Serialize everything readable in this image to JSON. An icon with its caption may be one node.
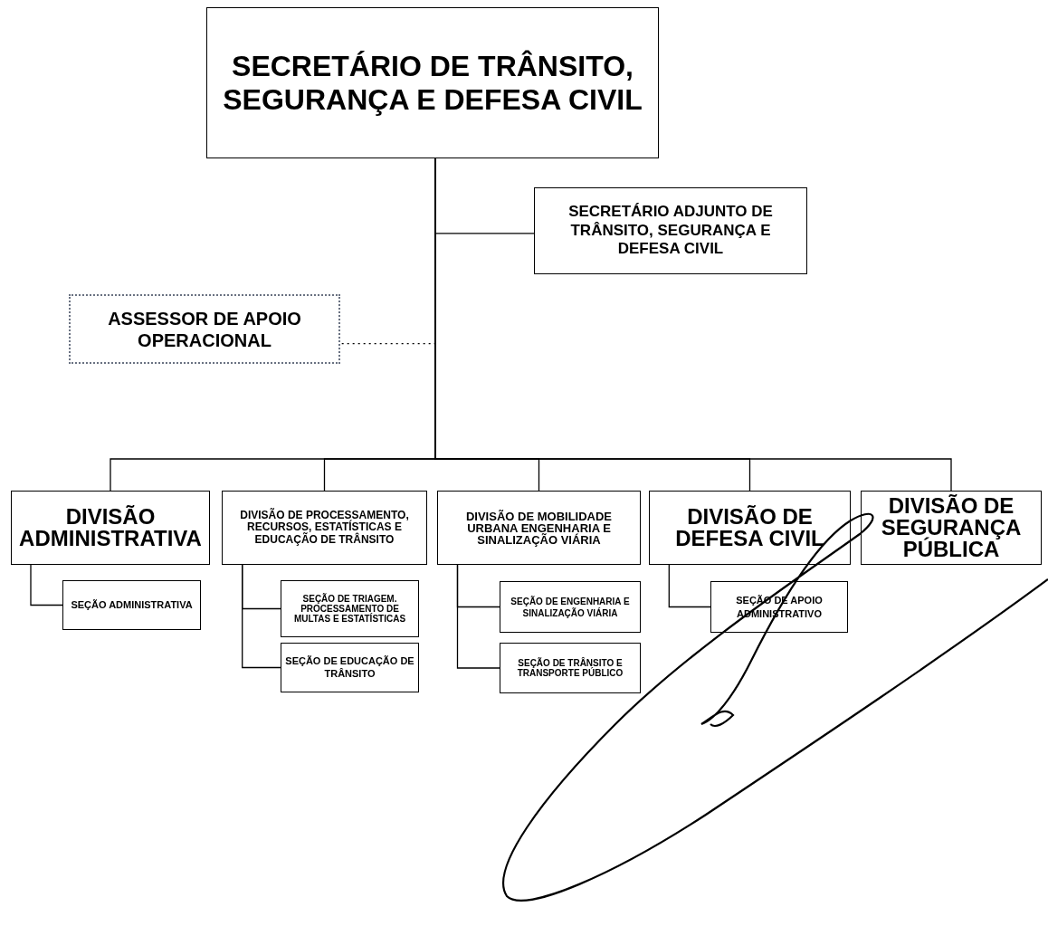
{
  "diagram": {
    "nodes": [
      {
        "text": [
          "SECRETÁRIO DE TRÂNSITO, SEGURANÇA E DEFESA CIVIL"
        ]
      },
      {
        "text": [
          "SECRETÁRIO ADJUNTO DE TRÂNSITO, SEGURANÇA E DEFESA CIVIL"
        ]
      },
      {
        "text": [
          "ASSESSOR DE APOIO OPERACIONAL"
        ]
      },
      {
        "text": [
          "DIVISÃO ADMINISTRATIVA"
        ]
      },
      {
        "text": [
          "DIVISÃO DE PROCESSAMENTO, RECURSOS, ESTATÍSTICAS E EDUCAÇÃO DE TRÂNSITO"
        ]
      },
      {
        "text": [
          "DIVISÃO DE MOBILIDADE URBANA ENGENHARIA E SINALIZAÇÃO VIÁRIA"
        ]
      },
      {
        "text": [
          "DIVISÃO DE DEFESA CIVIL"
        ]
      },
      {
        "text": [
          "DIVISÃO DE SEGURANÇA PÚBLICA"
        ]
      },
      {
        "text": [
          "SEÇÃO ADMINISTRATIVA"
        ]
      },
      {
        "text": [
          "SEÇÃO DE TRIAGEM. PROCESSAMENTO DE MULTAS E ESTATÍSTICAS"
        ]
      },
      {
        "text": [
          "SEÇÃO DE EDUCAÇÃO DE TRÂNSITO"
        ]
      },
      {
        "text": [
          "SEÇÃO DE ENGENHARIA E SINALIZAÇÃO VIÁRIA"
        ]
      },
      {
        "text": [
          "SEÇÃO DE TRÂNSITO E TRANSPORTE PÚBLICO"
        ]
      },
      {
        "text": [
          "SEÇÃO DE APOIO ADMINISTRATIVO"
        ]
      }
    ],
    "edges": [
      {
        "from": 0,
        "to": 1,
        "arrow": "none"
      },
      {
        "from": 0,
        "to": 2,
        "arrow": "none",
        "style": "dashed"
      },
      {
        "from": 0,
        "to": 3,
        "arrow": "none"
      },
      {
        "from": 0,
        "to": 4,
        "arrow": "none"
      },
      {
        "from": 0,
        "to": 5,
        "arrow": "none"
      },
      {
        "from": 0,
        "to": 6,
        "arrow": "none"
      },
      {
        "from": 0,
        "to": 7,
        "arrow": "none"
      },
      {
        "from": 3,
        "to": 8,
        "arrow": "none"
      },
      {
        "from": 4,
        "to": 9,
        "arrow": "none"
      },
      {
        "from": 4,
        "to": 10,
        "arrow": "none"
      },
      {
        "from": 5,
        "to": 11,
        "arrow": "none"
      },
      {
        "from": 5,
        "to": 12,
        "arrow": "none"
      },
      {
        "from": 6,
        "to": 13,
        "arrow": "none"
      }
    ]
  }
}
